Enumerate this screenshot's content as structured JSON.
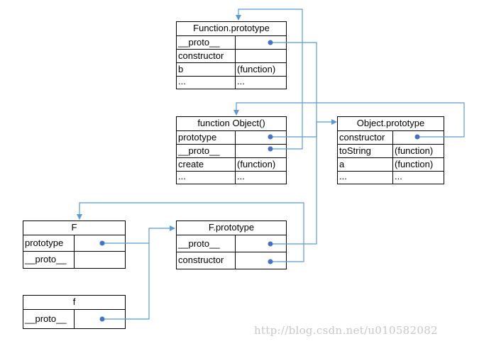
{
  "nodes": {
    "function_prototype": {
      "title": "Function.prototype",
      "rows": [
        {
          "key": "__proto__",
          "value": ""
        },
        {
          "key": "constructor",
          "value": ""
        },
        {
          "key": "b",
          "value": "(function)"
        },
        {
          "key": "...",
          "value": "..."
        }
      ]
    },
    "function_object": {
      "title": "function Object()",
      "rows": [
        {
          "key": "prototype",
          "value": ""
        },
        {
          "key": "__proto__",
          "value": ""
        },
        {
          "key": "create",
          "value": "(function)"
        },
        {
          "key": "...",
          "value": "..."
        }
      ]
    },
    "object_prototype": {
      "title": "Object.prototype",
      "rows": [
        {
          "key": "constructor",
          "value": ""
        },
        {
          "key": "toString",
          "value": "(function)"
        },
        {
          "key": "a",
          "value": "(function)"
        },
        {
          "key": "...",
          "value": "..."
        }
      ]
    },
    "F": {
      "title": "F",
      "rows": [
        {
          "key": "prototype",
          "value": ""
        },
        {
          "key": "__proto__",
          "value": ""
        }
      ]
    },
    "F_prototype": {
      "title": "F.prototype",
      "rows": [
        {
          "key": "__proto__",
          "value": ""
        },
        {
          "key": "constructor",
          "value": ""
        }
      ]
    },
    "f": {
      "title": "f",
      "rows": [
        {
          "key": "__proto__",
          "value": ""
        }
      ]
    }
  },
  "connector_color": "#5b9bd5",
  "dot_color": "#4472c4",
  "watermark": "http://blog.csdn.net/u010582082"
}
